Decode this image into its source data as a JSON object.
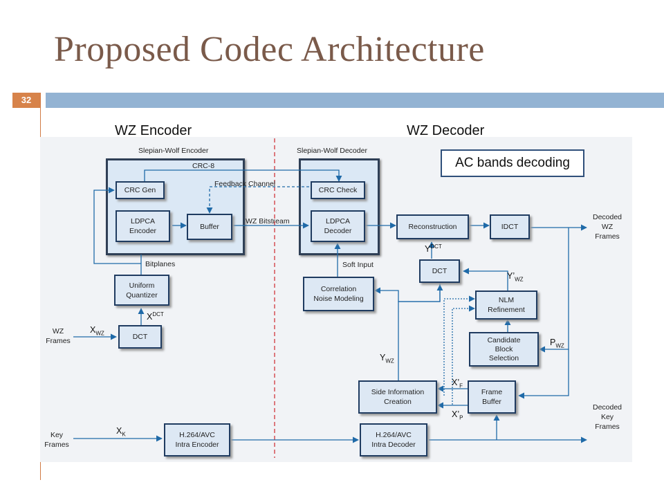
{
  "slide": {
    "title": "Proposed Codec Architecture",
    "page_number": "32"
  },
  "headings": {
    "encoder": "WZ Encoder",
    "decoder": "WZ Decoder"
  },
  "groups": {
    "sw_encoder": "Slepian-Wolf Encoder",
    "sw_decoder": "Slepian-Wolf Decoder"
  },
  "ac_label": "AC bands decoding",
  "blocks": {
    "crc_gen": "CRC Gen",
    "ldpca_enc": [
      "LDPCA",
      "Encoder"
    ],
    "buffer": "Buffer",
    "uniform_quantizer": [
      "Uniform",
      "Quantizer"
    ],
    "dct_enc": "DCT",
    "h264_enc": [
      "H.264/AVC",
      "Intra Encoder"
    ],
    "crc_check": "CRC Check",
    "ldpca_dec": [
      "LDPCA",
      "Decoder"
    ],
    "correlation": [
      "Correlation",
      "Noise Modeling"
    ],
    "reconstruction": "Reconstruction",
    "idct": "IDCT",
    "dct_dec": "DCT",
    "nlm": [
      "NLM",
      "Refinement"
    ],
    "candidate": [
      "Candidate",
      "Block",
      "Selection"
    ],
    "frame_buffer": [
      "Frame",
      "Buffer"
    ],
    "side_info": [
      "Side Information",
      "Creation"
    ],
    "h264_dec": [
      "H.264/AVC",
      "Intra Decoder"
    ]
  },
  "labels": {
    "crc8": "CRC-8",
    "feedback": "Feedback Channel",
    "wz_bitstream": "WZ Bitstream",
    "bitplanes": "Bitplanes",
    "soft_input": "Soft Input",
    "wz_frames": [
      "WZ",
      "Frames"
    ],
    "key_frames": [
      "Key",
      "Frames"
    ],
    "decoded_wz": [
      "Decoded",
      "WZ",
      "Frames"
    ],
    "decoded_key": [
      "Decoded",
      "Key",
      "Frames"
    ]
  },
  "symbols": {
    "x_dct": {
      "base": "X",
      "script": "DCT"
    },
    "x_wz": {
      "base": "X",
      "script": "WZ"
    },
    "x_k": {
      "base": "X",
      "script": "K"
    },
    "y_dct": {
      "base": "Y",
      "script": "DCT"
    },
    "y_prime_wz": {
      "base": "Y’",
      "script": "WZ"
    },
    "p_wz": {
      "base": "P",
      "script": "WZ"
    },
    "y_wz": {
      "base": "Y",
      "script": "WZ"
    },
    "x_prime_f": {
      "base": "X’",
      "script": "F"
    },
    "x_prime_p": {
      "base": "X’",
      "script": "P"
    }
  },
  "colors": {
    "title": "#7a5a4a",
    "accent_bar": "#93b3d3",
    "page_badge": "#d7834a",
    "wire": "#1f6aa8",
    "divider": "#d0353a"
  }
}
